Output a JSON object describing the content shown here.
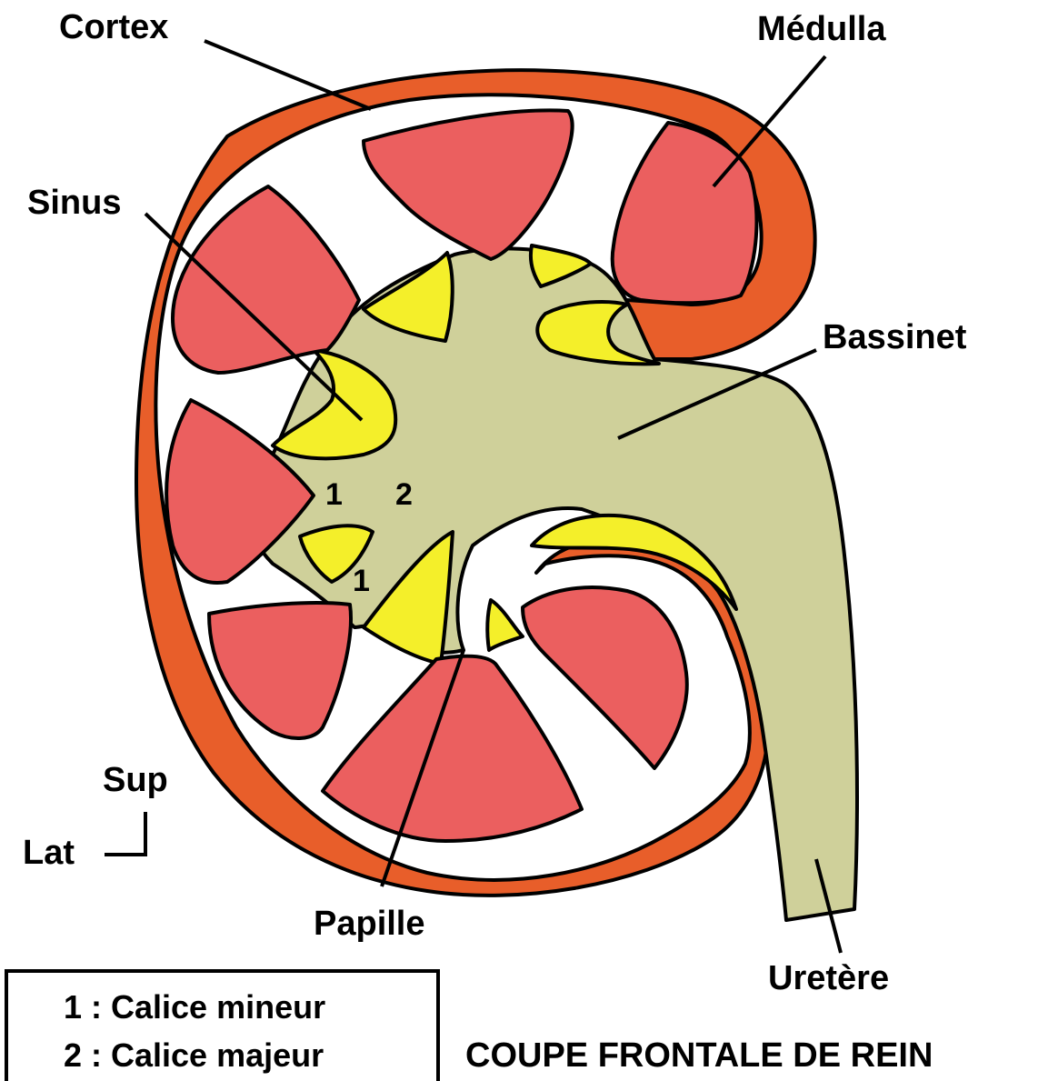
{
  "labels": {
    "cortex": "Cortex",
    "medulla": "Médulla",
    "sinus": "Sinus",
    "bassinet": "Bassinet",
    "papille": "Papille",
    "uretere": "Uretère",
    "sup": "Sup",
    "lat": "Lat"
  },
  "markers": {
    "minor_a": "1",
    "major": "2",
    "minor_b": "1"
  },
  "legend": {
    "item1": "1 : Calice mineur",
    "item2": "2 : Calice majeur"
  },
  "title": "COUPE FRONTALE DE REIN",
  "colors": {
    "cortex": "#e85e2a",
    "medulla": "#eb5f5f",
    "sinus_fat": "#f4ef2a",
    "pelvis": "#cfd09a",
    "outline": "#000000"
  }
}
